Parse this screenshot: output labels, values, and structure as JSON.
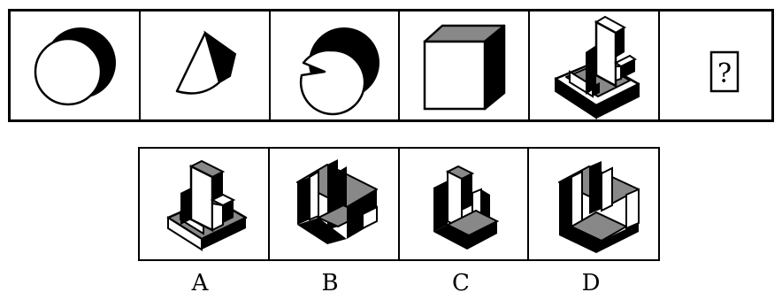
{
  "puzzle": {
    "sequence": [
      {
        "shape": "shaded-circle-icon"
      },
      {
        "shape": "shaded-fan-icon"
      },
      {
        "shape": "shaded-pacman-icon"
      },
      {
        "shape": "shaded-cube-icon"
      },
      {
        "shape": "stepped-block-icon"
      },
      {
        "shape": "question-card",
        "text": "?"
      }
    ],
    "options": [
      {
        "label": "A",
        "shape": "option-a-block-icon"
      },
      {
        "label": "B",
        "shape": "option-b-block-icon"
      },
      {
        "label": "C",
        "shape": "option-c-block-icon"
      },
      {
        "label": "D",
        "shape": "option-d-block-icon"
      }
    ]
  },
  "colors": {
    "line": "#000000",
    "shade": "#888888",
    "fill": "#ffffff"
  }
}
